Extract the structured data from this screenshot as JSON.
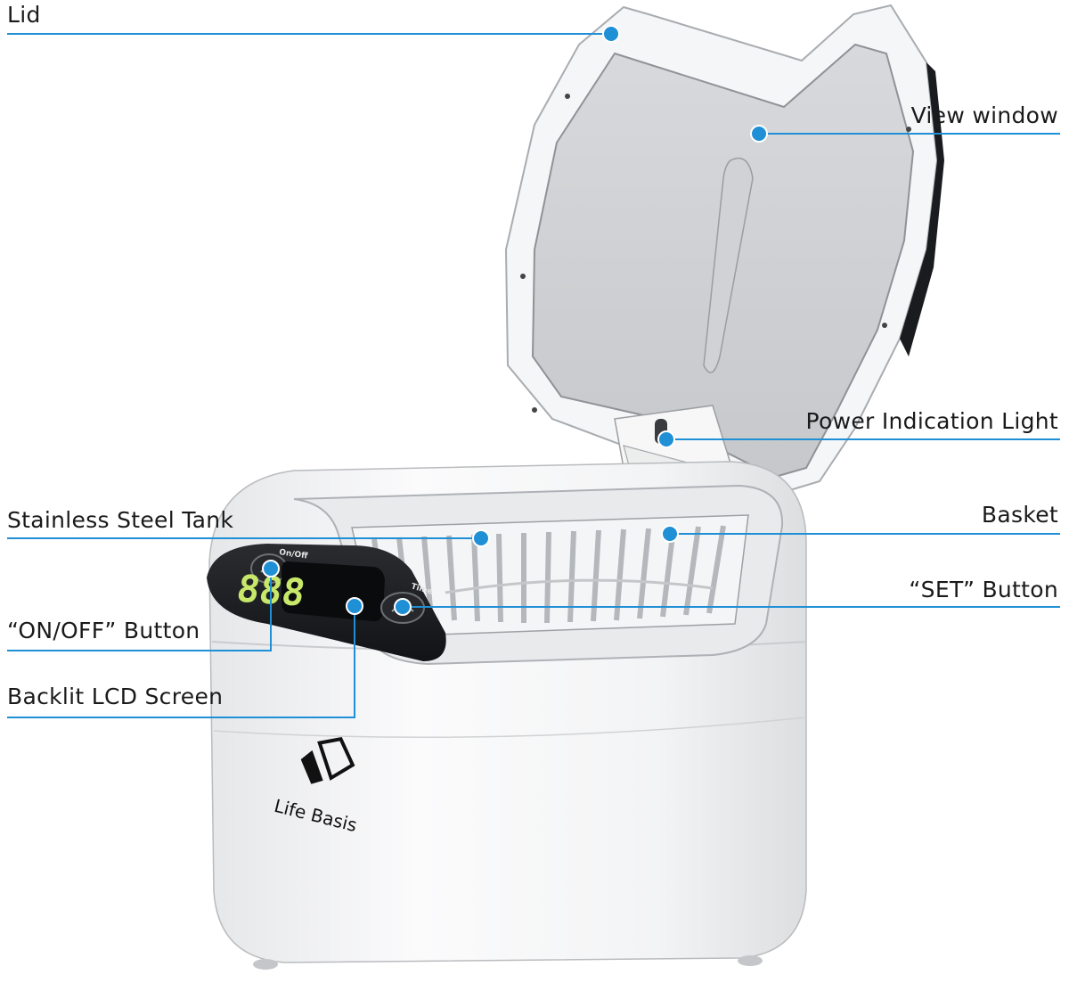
{
  "callouts": {
    "lid": "Lid",
    "view_window": "View window",
    "power_light": "Power Indication Light",
    "tank": "Stainless Steel Tank",
    "basket": "Basket",
    "set_button": "“SET” Button",
    "onoff_button": "“ON/OFF” Button",
    "lcd": "Backlit LCD Screen"
  },
  "device": {
    "brand": "Life Basis",
    "lcd_digits": "888",
    "onoff_label": "On/Off",
    "time_label": "Time"
  },
  "colors": {
    "leader": "#1f8fd6",
    "body": "#f4f5f6",
    "panel": "#1c1d20",
    "lcd_segment": "#c8e86a"
  }
}
